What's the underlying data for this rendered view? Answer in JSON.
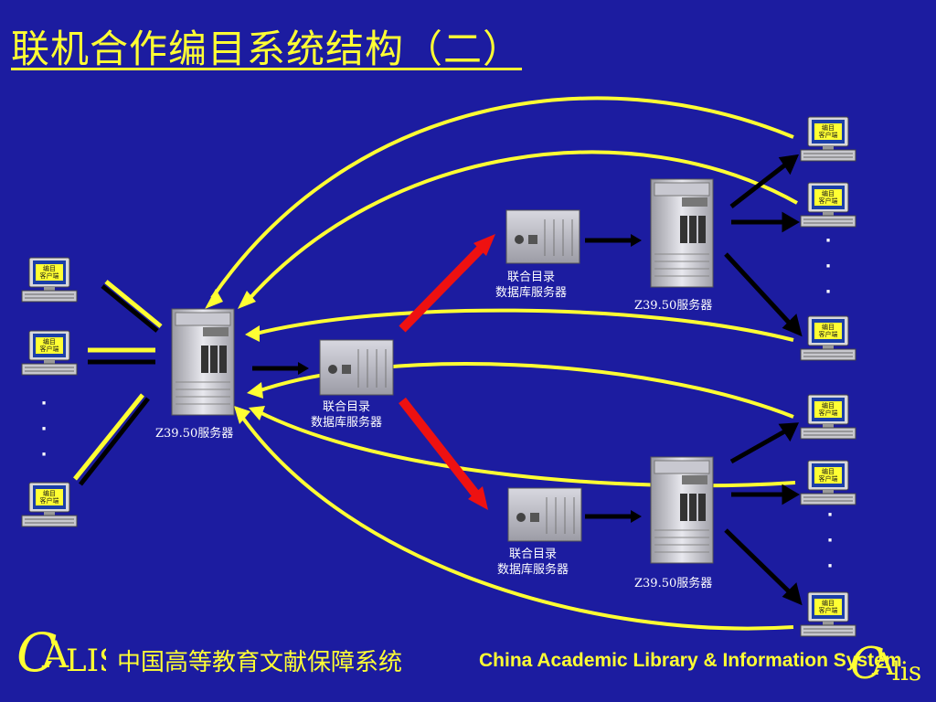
{
  "title": "联机合作编目系统结构（二）",
  "client_label_line1": "编目",
  "client_label_line2": "客户端",
  "z3950_label": "Z39.50服务器",
  "union_db_line1": "联合目录",
  "union_db_line2": "数据库服务器",
  "ellipsis": "·",
  "footer": {
    "cn": "中国高等教育文献保障系统",
    "en": "China Academic Library & Information System",
    "logo": "CALIS"
  },
  "colors": {
    "background": "#1c1ca0",
    "accent": "#ffff33",
    "arrow_red": "#ee1111",
    "arrow_black": "#000000"
  }
}
